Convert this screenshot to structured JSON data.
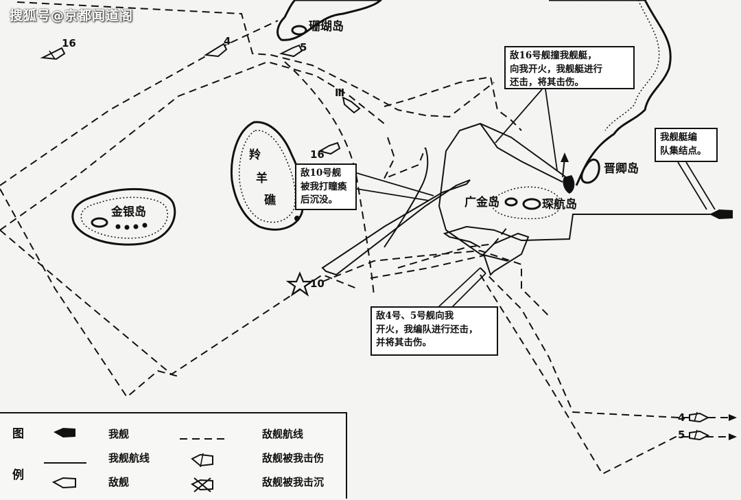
{
  "watermark": "搜狐号@京都闻道阁",
  "islands": {
    "shanhu": "珊瑚岛",
    "ling_1": "羚",
    "ling_2": "羊",
    "ling_3": "礁",
    "jinyin": "金银岛",
    "jinqing": "晋卿岛",
    "guangjin": "广金岛",
    "chenhang": "琛航岛"
  },
  "ship_numbers": {
    "n16_top": "16",
    "n4_top": "4",
    "n5_top": "5",
    "n3": "Ⅲ",
    "n16_mid": "16",
    "n10": "10",
    "n4_right": "4",
    "n5_right": "5"
  },
  "callouts": {
    "enemy16": [
      "敌16号舰撞我舰艇，",
      "向我开火，我舰艇进行",
      "还击，将其击伤。"
    ],
    "assembly": [
      "我舰艇编",
      "队集结点。"
    ],
    "enemy10": [
      "敌10号舰",
      "被我打瞳瘓",
      "后沉没。"
    ],
    "enemy45": [
      "敌4号、5号舰向我",
      "开火，我编队进行还击，",
      "并将其击伤。"
    ]
  },
  "legend": {
    "title_1": "图",
    "title_2": "例",
    "our_ship": "我舰",
    "enemy_route": "敌舰航线",
    "our_route": "我舰航线",
    "enemy_damaged": "敌舰被我击伤",
    "enemy_ship": "敌舰",
    "enemy_sunk": "敌舰被我击沉"
  }
}
